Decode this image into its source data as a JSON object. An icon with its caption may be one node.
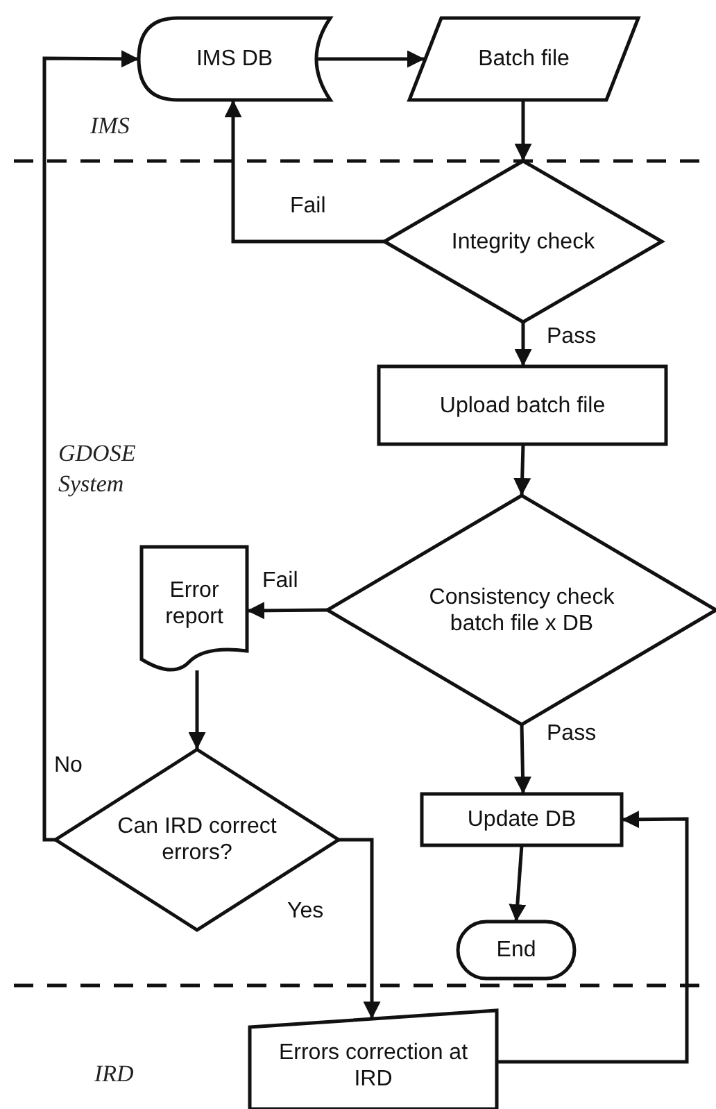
{
  "diagram": {
    "nodes": [
      {
        "text": [
          "IMS DB"
        ]
      },
      {
        "text": [
          "Batch file"
        ]
      },
      {
        "text": [
          "Integrity check"
        ]
      },
      {
        "text": [
          "Upload batch file"
        ]
      },
      {
        "text": [
          "Consistency check batch file x DB"
        ]
      },
      {
        "text": [
          "Error report"
        ]
      },
      {
        "text": [
          "Can IRD correct errors?"
        ]
      },
      {
        "text": [
          "Update DB"
        ]
      },
      {
        "text": [
          "End"
        ]
      },
      {
        "text": [
          "Errors correction at IRD"
        ]
      }
    ],
    "edges": [
      {
        "from": 0,
        "to": 1,
        "arrow": "to"
      },
      {
        "from": 1,
        "to": 2,
        "arrow": "to"
      },
      {
        "from": 2,
        "to": 0,
        "arrow": "to",
        "label": "Fail"
      },
      {
        "from": 2,
        "to": 3,
        "arrow": "to",
        "label": "Pass"
      },
      {
        "from": 3,
        "to": 4,
        "arrow": "to"
      },
      {
        "from": 4,
        "to": 5,
        "arrow": "to",
        "label": "Fail"
      },
      {
        "from": 4,
        "to": 7,
        "arrow": "to",
        "label": "Pass"
      },
      {
        "from": 5,
        "to": 6,
        "arrow": "to"
      },
      {
        "from": 6,
        "to": 0,
        "arrow": "to",
        "label": "No"
      },
      {
        "from": 6,
        "to": 9,
        "arrow": "to",
        "label": "Yes"
      },
      {
        "from": 7,
        "to": 8,
        "arrow": "to"
      },
      {
        "from": 9,
        "to": 7,
        "arrow": "to"
      }
    ],
    "labels": [
      "IMS",
      "GDOSE System",
      "IRD"
    ]
  }
}
